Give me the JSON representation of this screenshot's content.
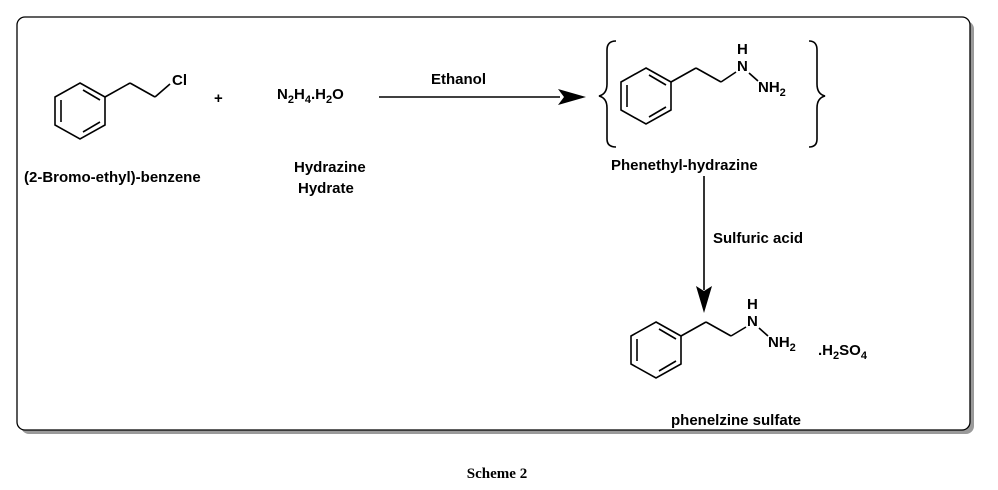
{
  "reactant1": {
    "atom": "Cl",
    "name": "(2-Bromo-ethyl)-benzene"
  },
  "plus": "+",
  "reactant2": {
    "formula": {
      "a": "N",
      "a_sub": "2",
      "b": "H",
      "b_sub": "4",
      "c": ".H",
      "c_sub": "2",
      "d": "O"
    },
    "name_line1": "Hydrazine",
    "name_line2": "Hydrate"
  },
  "step1": {
    "reagent": "Ethanol"
  },
  "intermediate": {
    "atom_h": "H",
    "atom_n": "N",
    "atom_nh": "NH",
    "atom_nh_sub": "2",
    "name": "Phenethyl-hydrazine"
  },
  "step2": {
    "reagent": "Sulfuric acid"
  },
  "product": {
    "atom_h": "H",
    "atom_n": "N",
    "atom_nh": "NH",
    "atom_nh_sub": "2",
    "salt": {
      "a": ".H",
      "a_sub": "2",
      "b": "SO",
      "b_sub": "4"
    },
    "name": "phenelzine sulfate"
  },
  "caption": "Scheme 2"
}
